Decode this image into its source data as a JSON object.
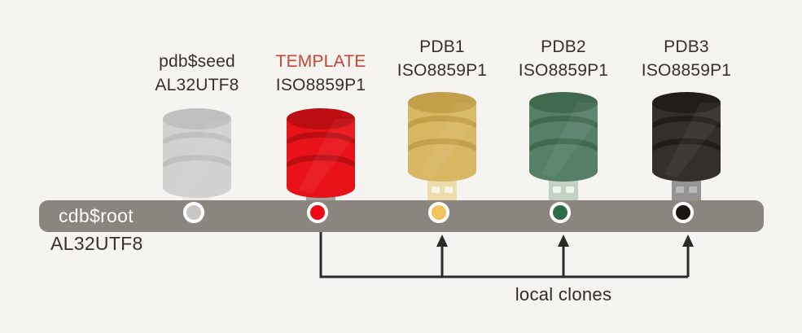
{
  "background_color": "#f6f4f1",
  "bar": {
    "label": "cdb$root",
    "charset": "AL32UTF8",
    "color": "#8a857f",
    "label_color": "#ffffff",
    "charset_color": "#35312e"
  },
  "nodes": [
    {
      "name": "pdb$seed",
      "charset": "AL32UTF8",
      "icon": "database-usb-icon",
      "name_color": "#35312e",
      "colors": {
        "body": "#d3d1cf",
        "band": "#c2c0be",
        "connector": "#eceae7",
        "notch": "#d8d6d3",
        "dot": "#c9c7c4"
      }
    },
    {
      "name": "TEMPLATE",
      "charset": "ISO8859P1",
      "icon": "database-usb-icon",
      "name_color": "#c74634",
      "colors": {
        "body": "#e81219",
        "band": "#bc0d13",
        "connector": "#a5a3a1",
        "notch": "#6f6d6b",
        "dot": "#ee0a14"
      }
    },
    {
      "name": "PDB1",
      "charset": "ISO8859P1",
      "icon": "database-usb-icon",
      "name_color": "#35312e",
      "colors": {
        "body": "#d8b763",
        "band": "#c2a04a",
        "connector": "#ecdcae",
        "notch": "#faf4e4",
        "dot": "#f2c45f"
      }
    },
    {
      "name": "PDB2",
      "charset": "ISO8859P1",
      "icon": "database-usb-icon",
      "name_color": "#35312e",
      "colors": {
        "body": "#567f68",
        "band": "#41694f",
        "connector": "#c3d2c4",
        "notch": "#eef4ee",
        "dot": "#2d6b4b"
      }
    },
    {
      "name": "PDB3",
      "charset": "ISO8859P1",
      "icon": "database-usb-icon",
      "name_color": "#35312e",
      "colors": {
        "body": "#322f2c",
        "band": "#201d1b",
        "connector": "#969492",
        "notch": "#bcbab8",
        "dot": "#1b1612"
      }
    }
  ],
  "clone_annotation": {
    "label": "local clones",
    "source": "TEMPLATE",
    "targets": [
      "PDB1",
      "PDB2",
      "PDB3"
    ],
    "arrow_color": "#2b2b2b"
  }
}
